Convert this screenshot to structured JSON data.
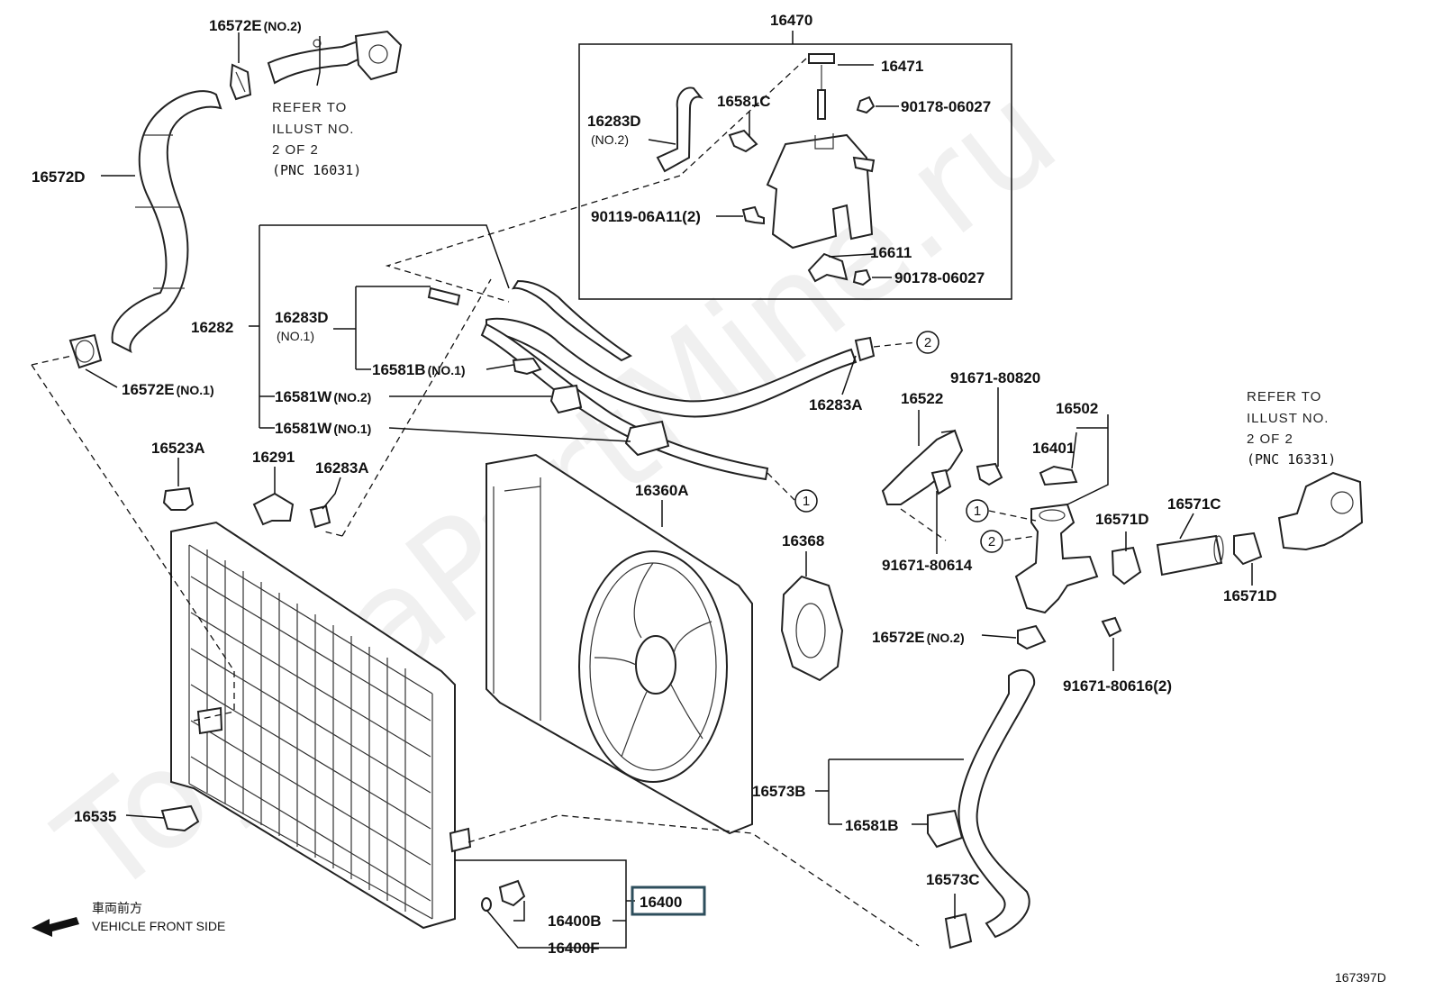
{
  "watermark": "ToyotaPartMine.ru",
  "diagram_code": "167397D",
  "front_note": {
    "jp": "車両前方",
    "en": "VEHICLE FRONT SIDE"
  },
  "refer_notes": {
    "upper": [
      "REFER TO",
      "ILLUST NO.",
      "2 OF 2",
      "(PNC 16031)"
    ],
    "right": [
      "REFER TO",
      "ILLUST NO.",
      "2 OF 2",
      "(PNC 16331)"
    ]
  },
  "callouts": [
    "1",
    "2"
  ],
  "labels": {
    "p16572E_no2_top": {
      "code": "16572E",
      "suffix": "(NO.2)"
    },
    "p16572D": {
      "code": "16572D"
    },
    "p16572E_no1": {
      "code": "16572E",
      "suffix": "(NO.1)"
    },
    "p16470": {
      "code": "16470"
    },
    "p16471": {
      "code": "16471"
    },
    "p16581C": {
      "code": "16581C"
    },
    "p90178_a": {
      "code": "90178-06027"
    },
    "p16283D_no2": {
      "code": "16283D",
      "suffix": "(NO.2)"
    },
    "p90119": {
      "code": "90119-06A11(2)"
    },
    "p16611": {
      "code": "16611"
    },
    "p90178_b": {
      "code": "90178-06027"
    },
    "p16282": {
      "code": "16282"
    },
    "p16283D_no1": {
      "code": "16283D",
      "suffix": "(NO.1)"
    },
    "p16581B_no1": {
      "code": "16581B",
      "suffix": "(NO.1)"
    },
    "p16581W_no2": {
      "code": "16581W",
      "suffix": "(NO.2)"
    },
    "p16581W_no1": {
      "code": "16581W",
      "suffix": "(NO.1)"
    },
    "p16283A_top": {
      "code": "16283A"
    },
    "p16523A": {
      "code": "16523A"
    },
    "p16291": {
      "code": "16291"
    },
    "p16283A_mid": {
      "code": "16283A"
    },
    "p16360A": {
      "code": "16360A"
    },
    "p16368": {
      "code": "16368"
    },
    "p16522": {
      "code": "16522"
    },
    "p91671_80820": {
      "code": "91671-80820"
    },
    "p16502": {
      "code": "16502"
    },
    "p16401": {
      "code": "16401"
    },
    "p91671_80614": {
      "code": "91671-80614"
    },
    "p16571D_a": {
      "code": "16571D"
    },
    "p16571C": {
      "code": "16571C"
    },
    "p16571D_b": {
      "code": "16571D"
    },
    "p16572E_no2_right": {
      "code": "16572E",
      "suffix": "(NO.2)"
    },
    "p91671_80616": {
      "code": "91671-80616(2)"
    },
    "p16535": {
      "code": "16535"
    },
    "p16573B": {
      "code": "16573B"
    },
    "p16581B": {
      "code": "16581B"
    },
    "p16573C": {
      "code": "16573C"
    },
    "p16400": {
      "code": "16400"
    },
    "p16400B": {
      "code": "16400B"
    },
    "p16400F": {
      "code": "16400F"
    }
  }
}
